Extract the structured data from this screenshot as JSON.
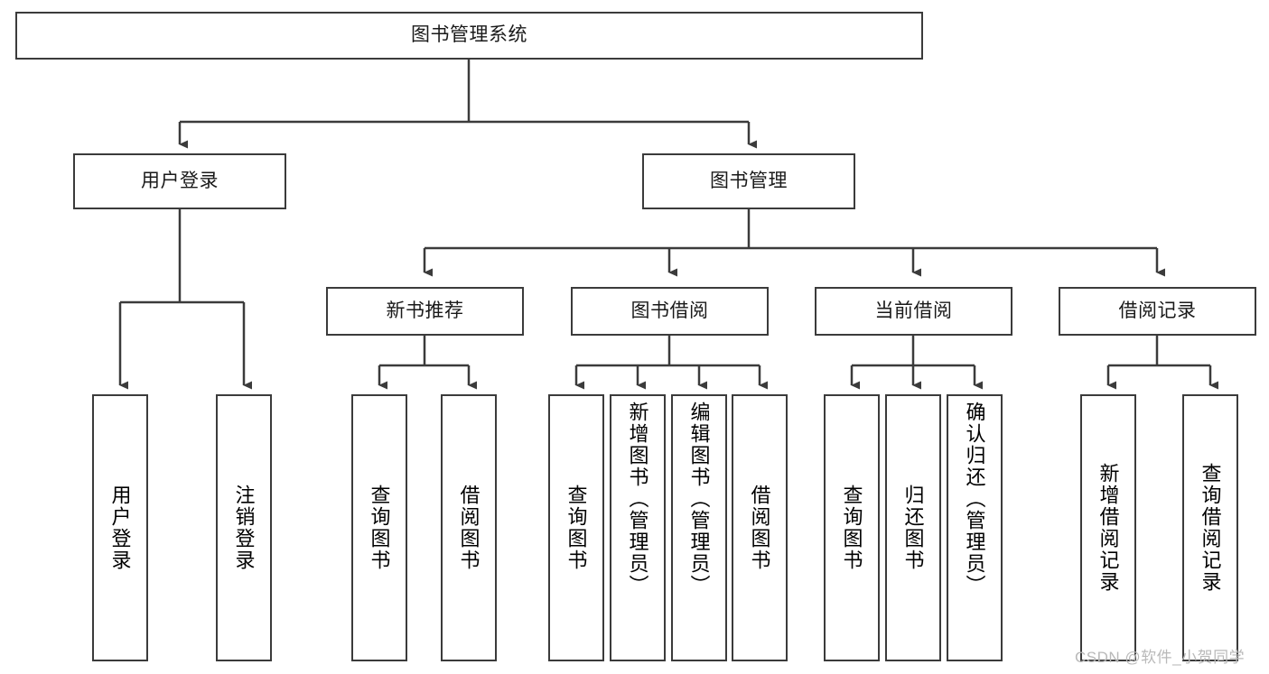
{
  "diagram": {
    "title": "图书管理系统",
    "type": "hierarchy-tree",
    "root": {
      "label": "图书管理系统"
    },
    "level2": [
      {
        "label": "用户登录"
      },
      {
        "label": "图书管理"
      }
    ],
    "level3": [
      {
        "label": "新书推荐"
      },
      {
        "label": "图书借阅"
      },
      {
        "label": "当前借阅"
      },
      {
        "label": "借阅记录"
      }
    ],
    "leaves": {
      "user_login": [
        {
          "label": "用户登录"
        },
        {
          "label": "注销登录"
        }
      ],
      "new_book_recommend": [
        {
          "label": "查询图书"
        },
        {
          "label": "借阅图书"
        }
      ],
      "book_borrow": [
        {
          "label": "查询图书"
        },
        {
          "label": "新增图书（管理员）"
        },
        {
          "label": "编辑图书（管理员）"
        },
        {
          "label": "借阅图书"
        }
      ],
      "current_borrow": [
        {
          "label": "查询图书"
        },
        {
          "label": "归还图书"
        },
        {
          "label": "确认归还（管理员）"
        }
      ],
      "borrow_records": [
        {
          "label": "新增借阅记录"
        },
        {
          "label": "查询借阅记录"
        }
      ]
    }
  },
  "watermark": {
    "text": "CSDN @软件_小贺同学"
  },
  "colors": {
    "stroke": "#3b3b3b",
    "background": "#ffffff",
    "text": "#1a1a1a",
    "watermark": "#b9b9b9"
  }
}
